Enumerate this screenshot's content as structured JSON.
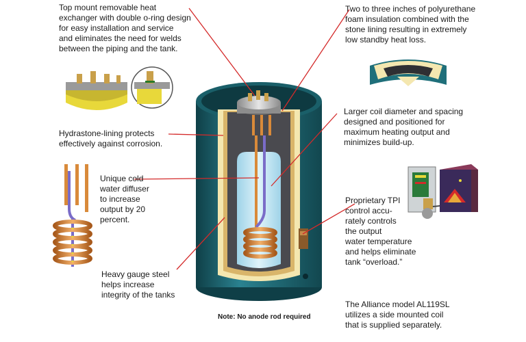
{
  "callouts": {
    "heat_exchanger": [
      "Top mount removable heat",
      "exchanger with double o-ring design",
      "for easy installation and service",
      "and eliminates the need for welds",
      "between the piping and the tank."
    ],
    "insulation": [
      "Two to three inches of polyurethane",
      "foam insulation combined with the",
      "stone lining resulting in extremely",
      "low standby heat loss."
    ],
    "lining": [
      "Hydrastone-lining protects",
      "effectively against corrosion."
    ],
    "coil": [
      "Larger coil diameter and spacing",
      "designed and positioned for",
      "maximum heating output and",
      "minimizes build-up."
    ],
    "diffuser": [
      "Unique cold",
      "water diffuser",
      "to increase",
      "output by 20",
      "percent."
    ],
    "control": [
      "Proprietary TPI",
      "control accu-",
      "rately controls",
      "the output",
      "water temperature",
      "and helps eliminate",
      "tank “overload.”"
    ],
    "steel": [
      "Heavy gauge steel",
      "helps increase",
      "integrity of the tanks"
    ],
    "model": [
      "The Alliance model AL119SL",
      "utilizes a side mounted coil",
      "that is supplied separately."
    ]
  },
  "note": "Note:  No anode rod required",
  "colors": {
    "callout_line": "#d42a2a",
    "tank_teal": "#1f6f7a",
    "tank_dark": "#0f3f47",
    "foam": "#f4e7b0",
    "stone": "#d9b56a",
    "interior": "#4a4a4f",
    "water": "#bfe4f2",
    "copper": "#d98a3a",
    "yellow": "#e8d83a"
  }
}
